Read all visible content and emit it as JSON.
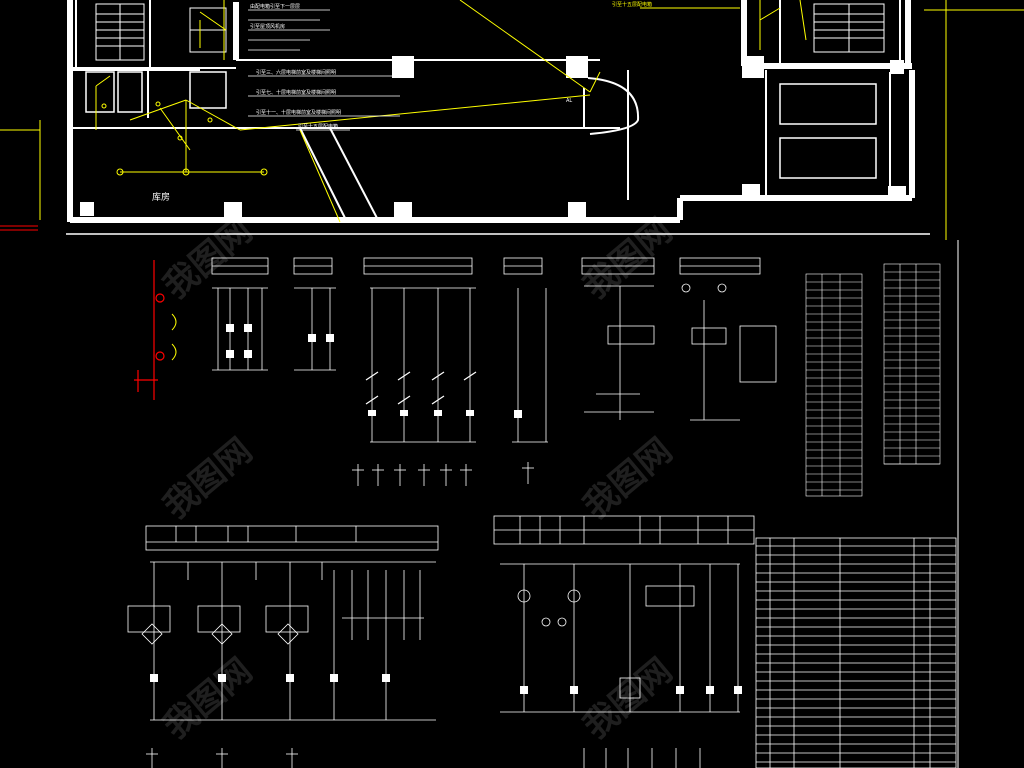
{
  "colors": {
    "background": "#000000",
    "wall": "#ffffff",
    "wiring": "#ffff00",
    "highlight": "#ff0000",
    "text": "#ffffff"
  },
  "floor_plan": {
    "notes": [
      "由配电箱引至下一层层",
      "引至屋顶风机房",
      "引至三、六层电梯前室及楼梯间照明",
      "引至七、十层电梯前室及楼梯间照明",
      "引至十一、十层电梯前室及楼梯间照明",
      "引至十五层配电箱"
    ],
    "top_right_label": "引至十五层配电箱",
    "room_label": "库房",
    "panel_label": "AL"
  },
  "watermark": "我图网"
}
